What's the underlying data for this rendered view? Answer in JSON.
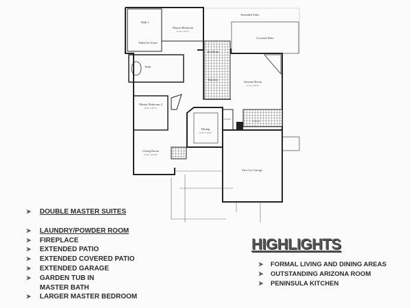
{
  "floor_plan": {
    "rooms": {
      "bath1": {
        "label": "Bath 1"
      },
      "master_bedroom": {
        "label": "Master Bedroom",
        "dim": "17'-6\" x 13'-7\""
      },
      "walk_in_closet": {
        "label": "Walk-In Closet"
      },
      "bath": {
        "label": "Bath"
      },
      "extended_patio": {
        "label": "Extended Patio"
      },
      "covered_patio": {
        "label": "Covered Patio"
      },
      "breakfast": {
        "label": "Breakfast"
      },
      "kitchen": {
        "label": "Kitchen"
      },
      "arizona_room": {
        "label": "Arizona Room",
        "dim": "17'-2\" x 19'-0\""
      },
      "master_bedroom_2": {
        "label": "Master Bedroom 2",
        "dim": "12'-6\" x 10'-1\""
      },
      "dining": {
        "label": "Dining",
        "dim": "11'-6\" x 12'-6\""
      },
      "powder": {
        "label": "Powder"
      },
      "laundry": {
        "label": "Laundry"
      },
      "living_room": {
        "label": "Living Room",
        "dim": "12'-6\" x 14'-10\""
      },
      "garage": {
        "label": "Two-Car Garage"
      }
    }
  },
  "features": [
    {
      "text": "DOUBLE MASTER SUITES",
      "underlined": true
    },
    {
      "text": "LAUNDRY/POWDER ROOM",
      "underlined": true
    },
    {
      "text": "FIREPLACE"
    },
    {
      "text": "EXTENDED PATIO"
    },
    {
      "text": "EXTENDED COVERED PATIO"
    },
    {
      "text": "EXTENDED GARAGE"
    },
    {
      "text": "GARDEN TUB IN"
    },
    {
      "text": "MASTER BATH",
      "continuation": true
    },
    {
      "text": "LARGER MASTER BEDROOM"
    }
  ],
  "highlights": {
    "title": "HIGHLIGHTS",
    "items": [
      "FORMAL LIVING AND DINING AREAS",
      "OUTSTANDING ARIZONA ROOM",
      "PENINSULA KITCHEN"
    ]
  },
  "bullet_icon": "arrowhead-bullet"
}
